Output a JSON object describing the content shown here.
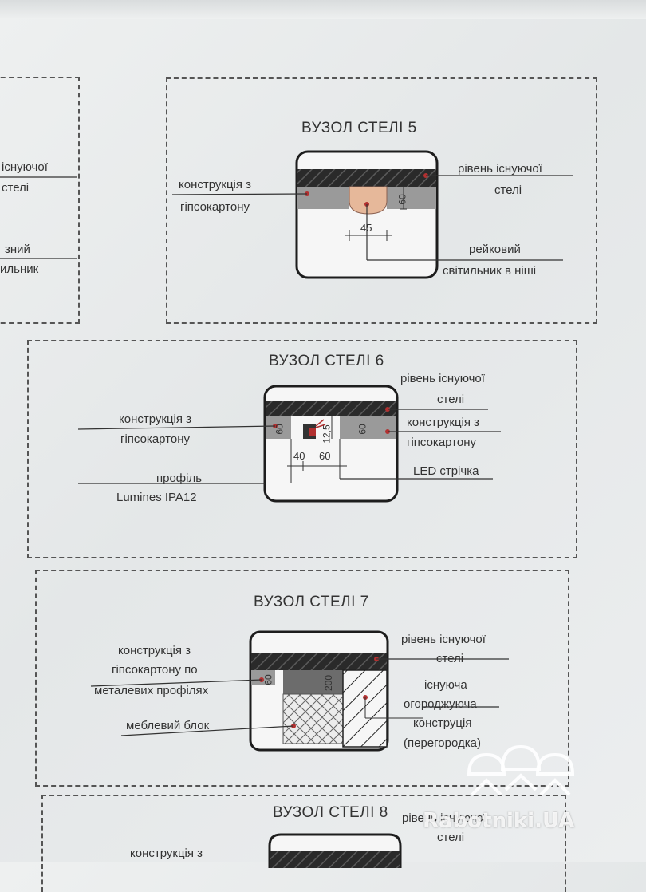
{
  "left_fragment": {
    "label_top_1": "існуючої",
    "label_top_2": "стелі",
    "label_bot_1": "зний",
    "label_bot_2": "ильник"
  },
  "node5": {
    "title": "ВУЗОЛ СТЕЛІ 5",
    "label_left_1": "конструкція з",
    "label_left_2": "гіпсокартону",
    "label_right_1": "рівень існуючої",
    "label_right_2": "стелі",
    "label_bottom_1": "рейковий",
    "label_bottom_2": "світильник в ніші",
    "dim_height": "60",
    "dim_width": "45"
  },
  "node6": {
    "title": "ВУЗОЛ СТЕЛІ 6",
    "label_left_1": "конструкція з",
    "label_left_2": "гіпсокартону",
    "label_right_top_1": "рівень існуючої",
    "label_right_top_2": "стелі",
    "label_right_mid_1": "конструкція з",
    "label_right_mid_2": "гіпсокартону",
    "label_profile_1": "профіль",
    "label_profile_2": "Lumines IPA12",
    "label_led": "LED стрічка",
    "dim_left_60": "60",
    "dim_right_60": "60",
    "dim_125": "12,5",
    "dim_40": "40",
    "dim_60_bottom": "60"
  },
  "node7": {
    "title": "ВУЗОЛ СТЕЛІ 7",
    "label_left_1": "конструкція з",
    "label_left_2": "гіпсокартону по",
    "label_left_3": "металевих профілях",
    "label_furniture": "меблевий блок",
    "label_right_1": "рівень існуючої",
    "label_right_2": "стелі",
    "label_wall_1": "існуюча",
    "label_wall_2": "огороджуюча",
    "label_wall_3": "конструція",
    "label_wall_4": "(перегородка)",
    "dim_60": "60",
    "dim_200": "200"
  },
  "node8": {
    "title": "ВУЗОЛ СТЕЛІ 8",
    "label_right_1": "рівень існуючої",
    "label_right_2": "стелі",
    "label_left_1": "конструкція з"
  },
  "watermark": {
    "text": "Rabotniki.UA",
    "icon": "three-workers-helmet-icon"
  },
  "colors": {
    "slab": "#2a2a2a",
    "gypsum": "#9a9a9a",
    "fixture": "#e6b89a",
    "marker": "#b23030"
  }
}
